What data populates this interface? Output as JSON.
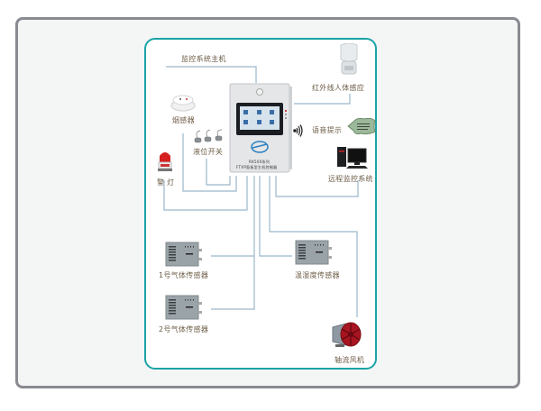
{
  "diagram": {
    "title": "监控系统主机",
    "host_panel_text": [
      "RK500系列",
      "FTXP面板型主机控制器"
    ],
    "nodes": [
      {
        "id": "host",
        "label": "监控系统主机",
        "icon": "control-cabinet-icon"
      },
      {
        "id": "pir",
        "label": "红外线人体感应",
        "icon": "pir-sensor-icon"
      },
      {
        "id": "smoke",
        "label": "烟感器",
        "icon": "smoke-detector-icon"
      },
      {
        "id": "level",
        "label": "液位开关",
        "icon": "float-switch-icon"
      },
      {
        "id": "voice",
        "label": "语音提示",
        "icon": "sound-wave-icon"
      },
      {
        "id": "alarm",
        "label": "警 灯",
        "icon": "warning-light-icon"
      },
      {
        "id": "remote",
        "label": "远程监控系统",
        "icon": "desktop-computer-icon"
      },
      {
        "id": "gas1",
        "label": "1号气体传感器",
        "icon": "gas-sensor-icon"
      },
      {
        "id": "humid",
        "label": "温湿度传感器",
        "icon": "humidity-sensor-icon"
      },
      {
        "id": "gas2",
        "label": "2号气体传感器",
        "icon": "gas-sensor-icon"
      },
      {
        "id": "fan",
        "label": "轴流风机",
        "icon": "axial-fan-icon"
      }
    ],
    "colors": {
      "frame_border": "#8a8a92",
      "frame_bg": "#f4f5f5",
      "card_border": "#1aa3a6",
      "wire": "#9ab8cc",
      "label_text": "#6b5a44"
    }
  }
}
